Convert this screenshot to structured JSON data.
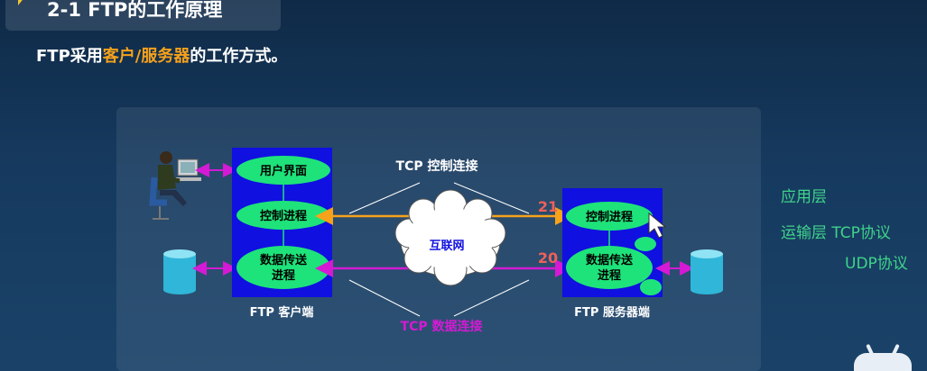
{
  "slide": {
    "title": "2-1 FTP的工作原理",
    "subtitle_prefix": "FTP采用",
    "subtitle_highlight": "客户/服务器",
    "subtitle_suffix": "的工作方式。"
  },
  "diagram": {
    "client_label": "FTP 客户端",
    "server_label": "FTP 服务器端",
    "client_ui": "用户界面",
    "client_ctrl": "控制进程",
    "client_data_1": "数据传送",
    "client_data_2": "进程",
    "server_ctrl": "控制进程",
    "server_data_1": "数据传送",
    "server_data_2": "进程",
    "internet": "互联网",
    "tcp_control": "TCP 控制连接",
    "tcp_data": "TCP 数据连接",
    "port_control": "21",
    "port_data": "20"
  },
  "side": {
    "app_layer": "应用层",
    "transport_tcp": "运输层 TCP协议",
    "transport_udp": "UDP协议"
  },
  "colors": {
    "accent_orange": "#f7a21b",
    "process_blue": "#1010e0",
    "process_green": "#1ee37a",
    "layer_green": "#3fd48a",
    "tcp_data_magenta": "#d41ad4",
    "port_red": "#f0605a"
  }
}
